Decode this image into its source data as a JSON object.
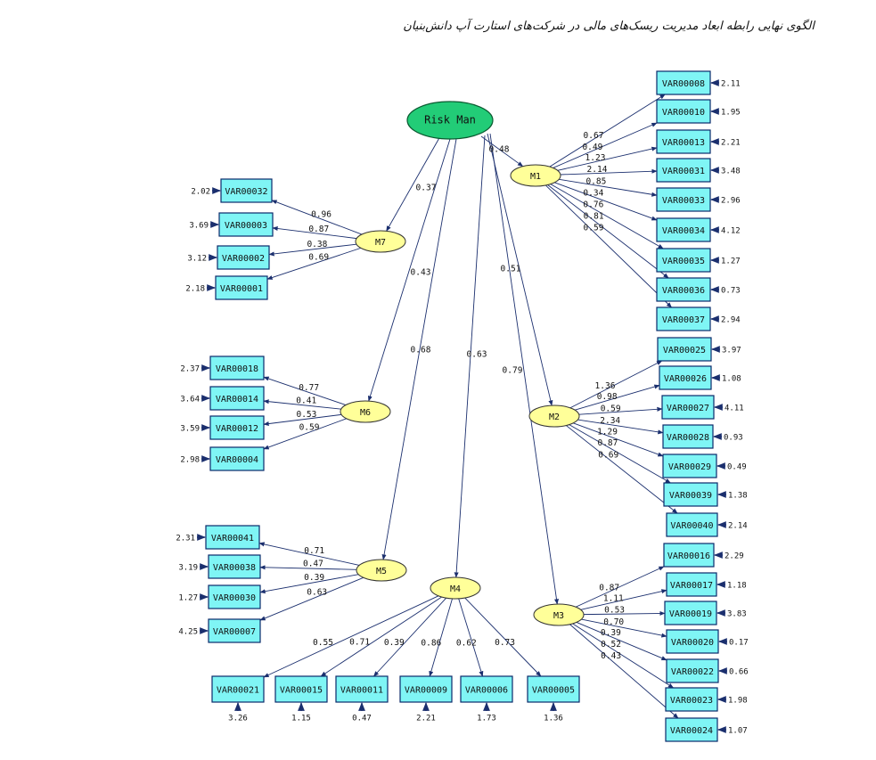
{
  "title": "الگوی نهایی رابطه ابعاد مدیریت ریسک‌های مالی در شرکت‌های استارت آپ دانش‌بنیان",
  "root": {
    "label": "Risk Man"
  },
  "structural_paths": [
    {
      "to": "M7",
      "coef": "0.37"
    },
    {
      "to": "M6",
      "coef": "0.43"
    },
    {
      "to": "M5",
      "coef": "0.68"
    },
    {
      "to": "M4",
      "coef": "0.63"
    },
    {
      "to": "M3",
      "coef": "0.79"
    },
    {
      "to": "M2",
      "coef": "0.51"
    },
    {
      "to": "M1",
      "coef": "0.48"
    }
  ],
  "factors": [
    {
      "id": "M1",
      "label": "M1",
      "indicators": [
        {
          "name": "VAR00008",
          "loading": "0.67",
          "error": "2.11"
        },
        {
          "name": "VAR00010",
          "loading": "0.49",
          "error": "1.95"
        },
        {
          "name": "VAR00013",
          "loading": "1.23",
          "error": "2.21"
        },
        {
          "name": "VAR00031",
          "loading": "2.14",
          "error": "3.48"
        },
        {
          "name": "VAR00033",
          "loading": "0.85",
          "error": "2.96"
        },
        {
          "name": "VAR00034",
          "loading": "0.34",
          "error": "4.12"
        },
        {
          "name": "VAR00035",
          "loading": "0.76",
          "error": "1.27"
        },
        {
          "name": "VAR00036",
          "loading": "0.81",
          "error": "0.73"
        },
        {
          "name": "VAR00037",
          "loading": "0.59",
          "error": "2.94"
        }
      ]
    },
    {
      "id": "M2",
      "label": "M2",
      "indicators": [
        {
          "name": "VAR00025",
          "loading": "1.36",
          "error": "3.97"
        },
        {
          "name": "VAR00026",
          "loading": "0.98",
          "error": "1.08"
        },
        {
          "name": "VAR00027",
          "loading": "0.59",
          "error": "4.11"
        },
        {
          "name": "VAR00028",
          "loading": "2.34",
          "error": "0.93"
        },
        {
          "name": "VAR00029",
          "loading": "1.29",
          "error": "0.49"
        },
        {
          "name": "VAR00039",
          "loading": "0.87",
          "error": "1.38"
        },
        {
          "name": "VAR00040",
          "loading": "0.69",
          "error": "2.14"
        }
      ]
    },
    {
      "id": "M3",
      "label": "M3",
      "indicators": [
        {
          "name": "VAR00016",
          "loading": "0.87",
          "error": "2.29"
        },
        {
          "name": "VAR00017",
          "loading": "1.11",
          "error": "1.18"
        },
        {
          "name": "VAR00019",
          "loading": "0.53",
          "error": "3.83"
        },
        {
          "name": "VAR00020",
          "loading": "0.70",
          "error": "0.17"
        },
        {
          "name": "VAR00022",
          "loading": "0.39",
          "error": "0.66"
        },
        {
          "name": "VAR00023",
          "loading": "0.52",
          "error": "1.98"
        },
        {
          "name": "VAR00024",
          "loading": "0.43",
          "error": "1.07"
        }
      ]
    },
    {
      "id": "M4",
      "label": "M4",
      "indicators": [
        {
          "name": "VAR00021",
          "loading": "0.55",
          "error": "3.26"
        },
        {
          "name": "VAR00015",
          "loading": "0.71",
          "error": "1.15"
        },
        {
          "name": "VAR00011",
          "loading": "0.39",
          "error": "0.47"
        },
        {
          "name": "VAR00009",
          "loading": "0.86",
          "error": "2.21"
        },
        {
          "name": "VAR00006",
          "loading": "0.62",
          "error": "1.73"
        },
        {
          "name": "VAR00005",
          "loading": "0.73",
          "error": "1.36"
        }
      ]
    },
    {
      "id": "M5",
      "label": "M5",
      "indicators": [
        {
          "name": "VAR00041",
          "loading": "0.71",
          "error": "2.31"
        },
        {
          "name": "VAR00038",
          "loading": "0.47",
          "error": "3.19"
        },
        {
          "name": "VAR00030",
          "loading": "0.39",
          "error": "1.27"
        },
        {
          "name": "VAR00007",
          "loading": "0.63",
          "error": "4.25"
        }
      ]
    },
    {
      "id": "M6",
      "label": "M6",
      "indicators": [
        {
          "name": "VAR00018",
          "loading": "0.77",
          "error": "2.37"
        },
        {
          "name": "VAR00014",
          "loading": "0.41",
          "error": "3.64"
        },
        {
          "name": "VAR00012",
          "loading": "0.53",
          "error": "3.59"
        },
        {
          "name": "VAR00004",
          "loading": "0.59",
          "error": "2.98"
        }
      ]
    },
    {
      "id": "M7",
      "label": "M7",
      "indicators": [
        {
          "name": "VAR00032",
          "loading": "0.96",
          "error": "2.02"
        },
        {
          "name": "VAR00003",
          "loading": "0.87",
          "error": "3.69"
        },
        {
          "name": "VAR00002",
          "loading": "0.38",
          "error": "3.12"
        },
        {
          "name": "VAR00001",
          "loading": "0.69",
          "error": "2.18"
        }
      ]
    }
  ]
}
